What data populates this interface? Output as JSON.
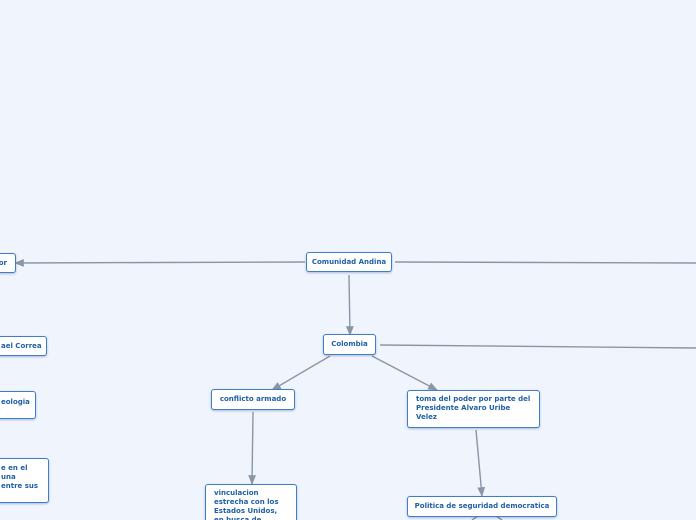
{
  "nodes": {
    "comunidad_andina": "Comunidad Andina",
    "ecuador_partial": "or",
    "colombia": "Colombia",
    "rafael_correa_partial": "ael Correa",
    "ideologia_partial": "eologia",
    "ecuador_detail_partial": "e en el\n una\nentre sus",
    "conflicto_armado": "conflicto armado",
    "toma_del_poder": "toma del poder por parte del\nPresidente Alvaro Uribe\nVelez",
    "vinculacion": "vinculacion\nestrecha con los\nEstados Unidos,\nen busca de",
    "politica_seguridad": "Politica de seguridad democratica"
  },
  "colors": {
    "background": "#f0f4fd",
    "node_border": "#3d7ec7",
    "node_text": "#1f5fa6",
    "connector": "#8a96a6"
  }
}
